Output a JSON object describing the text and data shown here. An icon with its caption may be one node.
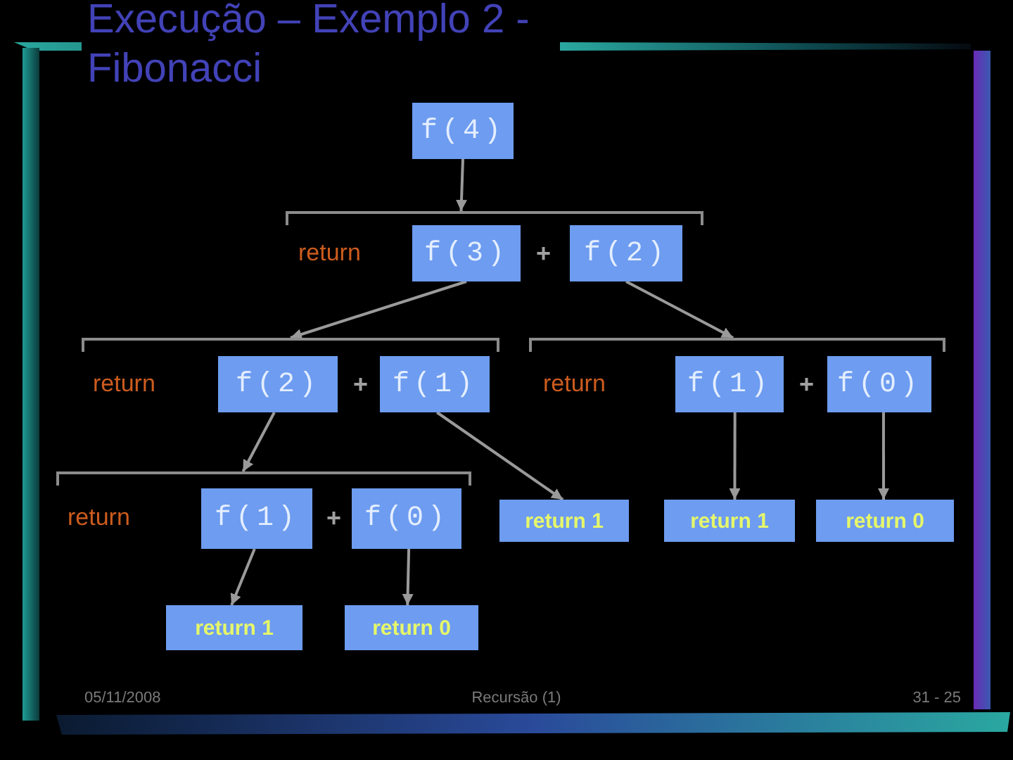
{
  "diagram": {
    "title": "Execução – Exemplo 2 - Fibonacci",
    "nodes": [
      {
        "text": [
          "f(4)"
        ]
      },
      {
        "text": [
          "return",
          "+"
        ]
      },
      {
        "text": [
          "f(3)"
        ],
        "in": 1
      },
      {
        "text": [
          "f(2)"
        ],
        "in": 1
      },
      {
        "text": [
          "return",
          "+"
        ]
      },
      {
        "text": [
          "f(2)"
        ],
        "in": 4
      },
      {
        "text": [
          "f(1)"
        ],
        "in": 4
      },
      {
        "text": [
          "return",
          "+"
        ]
      },
      {
        "text": [
          "f(1)"
        ],
        "in": 7
      },
      {
        "text": [
          "f(0)"
        ],
        "in": 7
      },
      {
        "text": [
          "return",
          "+"
        ]
      },
      {
        "text": [
          "f(1)"
        ],
        "in": 10
      },
      {
        "text": [
          "f(0)"
        ],
        "in": 10
      },
      {
        "text": [
          "return 1"
        ]
      },
      {
        "text": [
          "return 1"
        ]
      },
      {
        "text": [
          "return 0"
        ]
      },
      {
        "text": [
          "return 1"
        ]
      },
      {
        "text": [
          "return 0"
        ]
      }
    ],
    "edges": [
      {
        "from": 0,
        "to": 1,
        "arrow": "to"
      },
      {
        "from": 2,
        "to": 4,
        "arrow": "to"
      },
      {
        "from": 3,
        "to": 7,
        "arrow": "to"
      },
      {
        "from": 5,
        "to": 10,
        "arrow": "to"
      },
      {
        "from": 6,
        "to": 13,
        "arrow": "to"
      },
      {
        "from": 8,
        "to": 14,
        "arrow": "to"
      },
      {
        "from": 9,
        "to": 15,
        "arrow": "to"
      },
      {
        "from": 11,
        "to": 16,
        "arrow": "to"
      },
      {
        "from": 12,
        "to": 17,
        "arrow": "to"
      }
    ],
    "labels": [
      "05/11/2008",
      "Recursão (1)",
      "31 - 25"
    ]
  }
}
